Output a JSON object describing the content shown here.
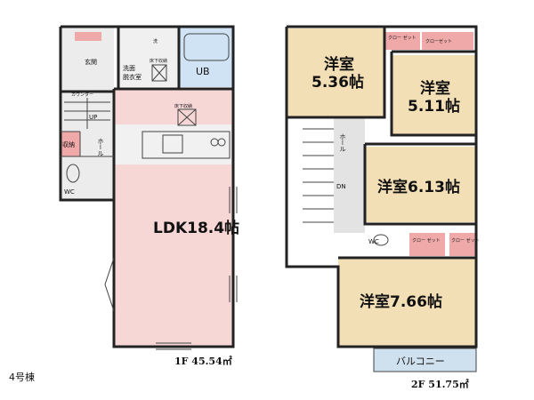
{
  "building": {
    "label": "4号棟"
  },
  "floor1": {
    "area_label": "1F 45.54㎡",
    "rooms": {
      "ldk": "LDK18.4帖",
      "entrance": "玄関",
      "washroom_line1": "洗面",
      "washroom_line2": "脱衣室",
      "bath": "UB",
      "hall": "ホール",
      "storage": "収納",
      "wc": "WC",
      "up": "UP",
      "counter": "カウンター",
      "underfloor_1": "床下収納",
      "underfloor_2": "床下収納",
      "wash": "洗"
    }
  },
  "floor2": {
    "area_label": "2F 51.75㎡",
    "rooms": {
      "bed1_name": "洋室",
      "bed1_size": "5.36帖",
      "bed2_name": "洋室",
      "bed2_size": "5.11帖",
      "bed3": "洋室6.13帖",
      "bed4": "洋室7.66帖",
      "hall": "ホール",
      "dn": "DN",
      "wc": "WC",
      "balcony": "バルコニー",
      "closet_a": "クロー\nゼット",
      "closet_b": "クローゼット",
      "closet_c": "クロー\nゼット",
      "closet_d": "クロー\nゼット"
    }
  },
  "colors": {
    "ldk": "#f7d6d6",
    "bedroom": "#f3dfb6",
    "hall": "#e3e3e3",
    "closet": "#f0a9a9",
    "bath": "#cfe3f5",
    "balcony": "#cfe0ee"
  }
}
